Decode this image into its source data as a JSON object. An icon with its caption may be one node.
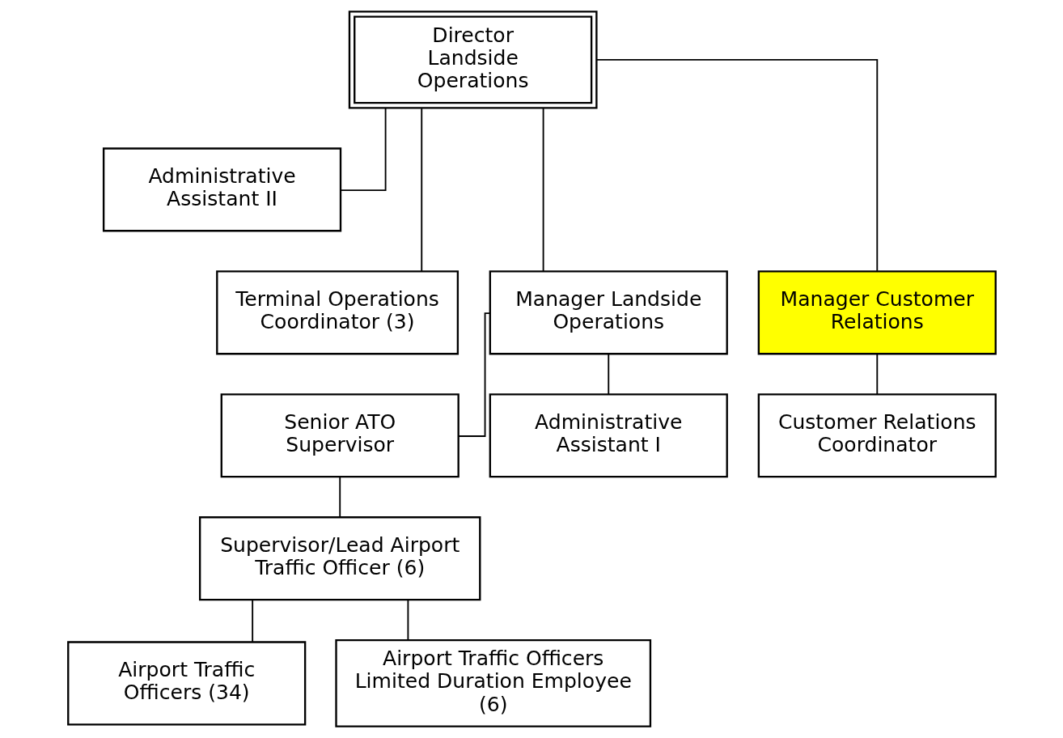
{
  "diagram": {
    "nodes": [
      {
        "text": [
          "Director Landside Operations"
        ]
      },
      {
        "text": [
          "Administrative Assistant II"
        ]
      },
      {
        "text": [
          "Terminal Operations Coordinator (3)"
        ]
      },
      {
        "text": [
          "Manager Landside Operations"
        ]
      },
      {
        "text": [
          "Manager Customer Relations"
        ]
      },
      {
        "text": [
          "Senior ATO Supervisor"
        ]
      },
      {
        "text": [
          "Administrative Assistant I"
        ]
      },
      {
        "text": [
          "Customer Relations Coordinator"
        ]
      },
      {
        "text": [
          "Supervisor/Lead Airport Traffic Officer (6)"
        ]
      },
      {
        "text": [
          "Airport Traffic Officers (34)"
        ]
      },
      {
        "text": [
          "Airport Traffic Officers Limited Duration Employee (6)"
        ]
      }
    ],
    "edges": [
      {
        "from": 0,
        "to": 1,
        "arrow": "none"
      },
      {
        "from": 0,
        "to": 2,
        "arrow": "none"
      },
      {
        "from": 0,
        "to": 3,
        "arrow": "none"
      },
      {
        "from": 0,
        "to": 4,
        "arrow": "none"
      },
      {
        "from": 3,
        "to": 5,
        "arrow": "none"
      },
      {
        "from": 3,
        "to": 6,
        "arrow": "none"
      },
      {
        "from": 4,
        "to": 7,
        "arrow": "none"
      },
      {
        "from": 5,
        "to": 8,
        "arrow": "none"
      },
      {
        "from": 8,
        "to": 9,
        "arrow": "none"
      },
      {
        "from": 8,
        "to": 10,
        "arrow": "none"
      }
    ]
  }
}
